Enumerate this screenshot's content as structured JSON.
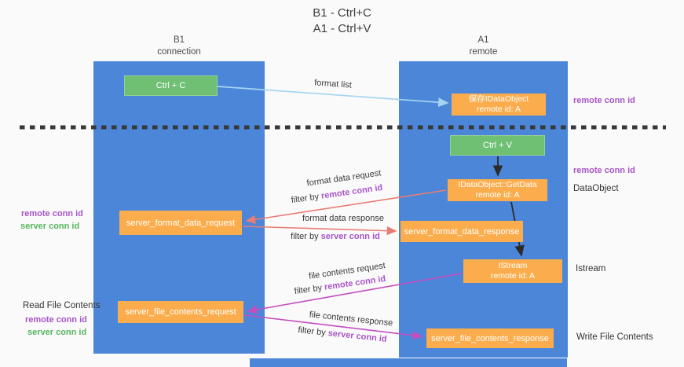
{
  "title": {
    "line1": "B1 - Ctrl+C",
    "line2": "A1 - Ctrl+V"
  },
  "lanes": {
    "b1": {
      "name": "B1",
      "subtitle": "connection"
    },
    "a1": {
      "name": "A1",
      "subtitle": "remote"
    }
  },
  "nodes": {
    "ctrl_c": {
      "label": "Ctrl + C"
    },
    "ctrl_v": {
      "label": "Ctrl + V"
    },
    "save_idataobject": {
      "line1": "保存IDataObject",
      "line2": "remote id: A"
    },
    "idataobject_getdata": {
      "line1": "IDataObject::GetData",
      "line2": "remote id: A"
    },
    "istream": {
      "line1": "IStream",
      "line2": "remote id: A"
    },
    "server_format_data_request": {
      "label": "server_format_data_request"
    },
    "server_format_data_response": {
      "label": "server_format_data_response"
    },
    "server_file_contents_request": {
      "label": "server_file_contents_request"
    },
    "server_file_contents_response": {
      "label": "server_file_contents_response"
    }
  },
  "arrow_labels": {
    "format_list": "format list",
    "format_data_request": "format data request",
    "format_data_request_filter_prefix": "filter by ",
    "format_data_request_filter_id": "remote conn id",
    "format_data_response": "format data response",
    "format_data_response_filter_prefix": "filter by ",
    "format_data_response_filter_id": "server conn id",
    "file_contents_request": "file contents request",
    "file_contents_request_filter_prefix": "filter by ",
    "file_contents_request_filter_id": "remote conn id",
    "file_contents_response": "file contents response",
    "file_contents_response_filter_prefix": "filter by ",
    "file_contents_response_filter_id": "server conn id"
  },
  "side_labels": {
    "remote_conn_id_top": "remote conn id",
    "remote_conn_id_mid": "remote conn id",
    "dataobject": "DataObject",
    "istream": "Istream",
    "write_file_contents": "Write File Contents",
    "read_file_contents": "Read File Contents",
    "left_mid_remote": "remote conn id",
    "left_mid_server": "server conn id",
    "left_bottom_remote": "remote conn id",
    "left_bottom_server": "server conn id"
  },
  "colors": {
    "lane_blue": "#4c86d8",
    "box_orange": "#fbad4d",
    "button_green": "#70c074",
    "purple_text": "#a855c8",
    "green_text": "#56b65c",
    "salmon_arrow": "#e97c74",
    "magenta_arrow": "#c44ec0",
    "light_blue_arrow": "#a5d5f2",
    "dark_arrow": "#2b2b2b"
  }
}
